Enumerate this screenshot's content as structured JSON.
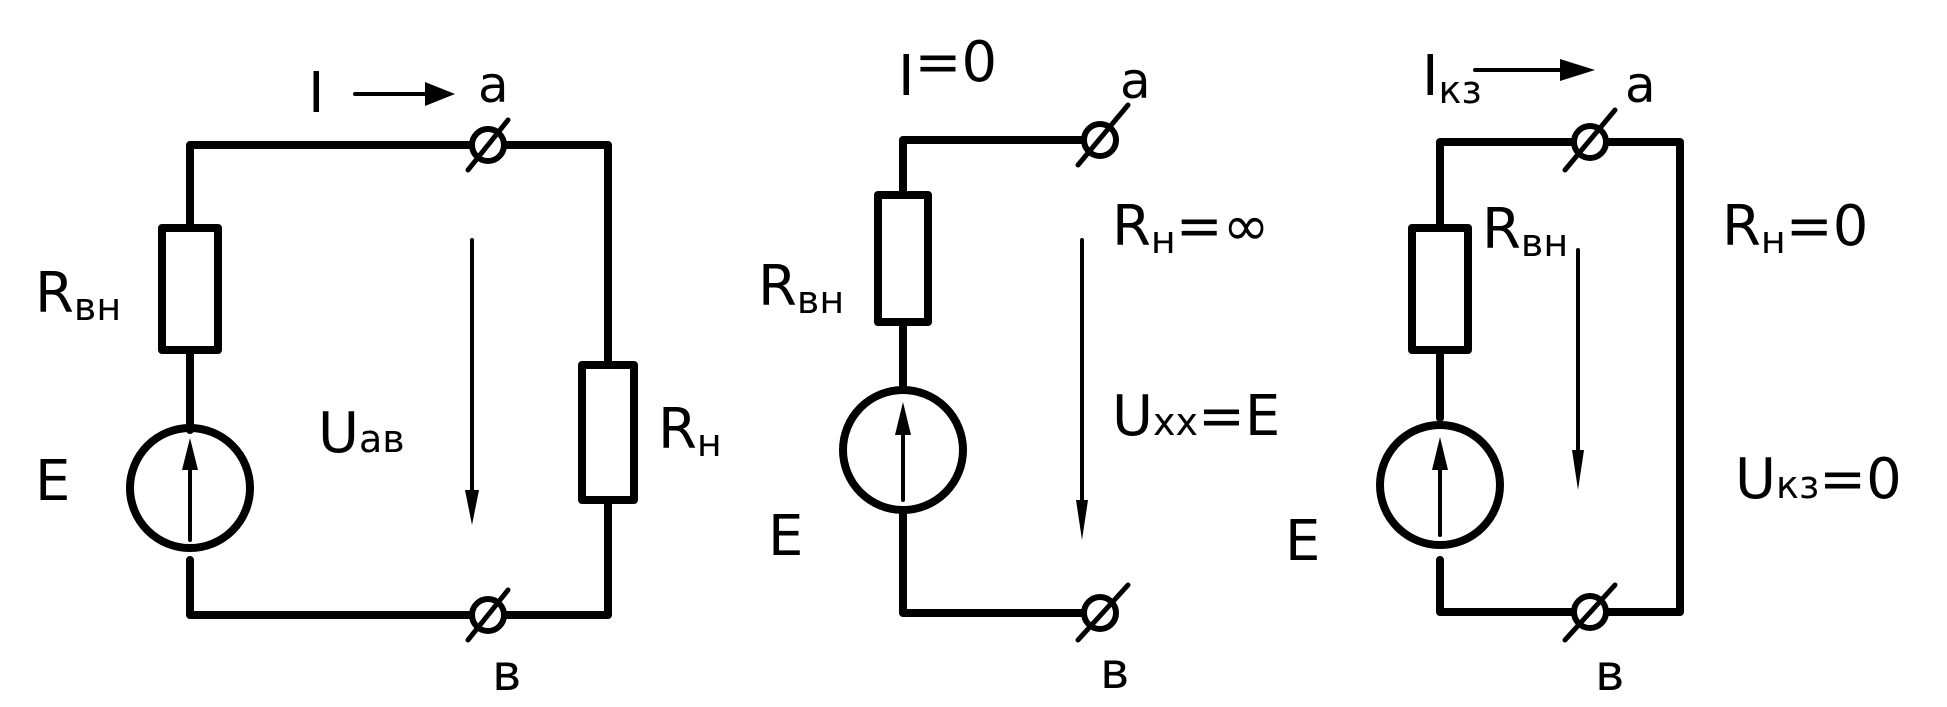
{
  "colors": {
    "ink": "#000000",
    "paper": "#ffffff"
  },
  "circuits": [
    {
      "current": {
        "symbol": "I",
        "sub": "",
        "suffix": ""
      },
      "terminal_a": "a",
      "terminal_b": "в",
      "source": "E",
      "r_internal": {
        "symbol": "R",
        "sub": "вн"
      },
      "voltage": {
        "symbol": "U",
        "sub": "aв",
        "suffix": ""
      },
      "load": {
        "symbol": "R",
        "sub": "н",
        "suffix": ""
      }
    },
    {
      "current": {
        "symbol": "I",
        "sub": "",
        "suffix": "=0"
      },
      "terminal_a": "a",
      "terminal_b": "в",
      "source": "E",
      "r_internal": {
        "symbol": "R",
        "sub": "вн"
      },
      "voltage": {
        "symbol": "U",
        "sub": "xx",
        "suffix": "=E"
      },
      "load": {
        "symbol": "R",
        "sub": "н",
        "suffix": "=∞"
      }
    },
    {
      "current": {
        "symbol": "I",
        "sub": "кз",
        "suffix": ""
      },
      "terminal_a": "a",
      "terminal_b": "в",
      "source": "E",
      "r_internal": {
        "symbol": "R",
        "sub": "вн"
      },
      "voltage": {
        "symbol": "U",
        "sub": "кз",
        "suffix": "=0"
      },
      "load": {
        "symbol": "R",
        "sub": "н",
        "suffix": "=0"
      }
    }
  ]
}
